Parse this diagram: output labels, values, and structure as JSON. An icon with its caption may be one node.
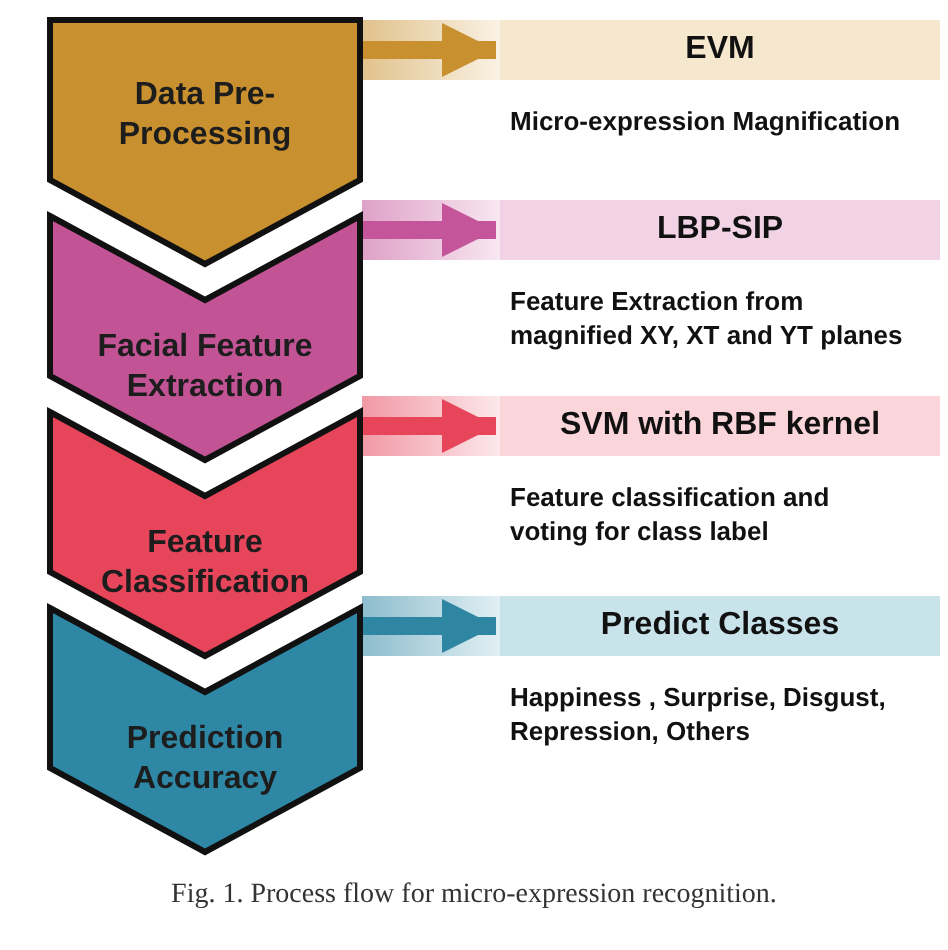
{
  "diagram": {
    "caption": "Fig. 1.  Process flow for micro-expression recognition.",
    "nodes": [
      {
        "text": [
          "Data Pre-Processing"
        ]
      },
      {
        "text": [
          "EVM"
        ],
        "beside": [
          "Micro-expression Magnification"
        ]
      },
      {
        "text": [
          "Facial Feature Extraction"
        ]
      },
      {
        "text": [
          "LBP-SIP"
        ],
        "beside": [
          "Feature Extraction from magnified XY, XT and YT planes"
        ]
      },
      {
        "text": [
          "Feature Classification"
        ]
      },
      {
        "text": [
          "SVM with RBF kernel"
        ],
        "beside": [
          "Feature classification and voting for class label"
        ]
      },
      {
        "text": [
          "Prediction Accuracy"
        ]
      },
      {
        "text": [
          "Predict Classes"
        ],
        "beside": [
          "Happiness , Surprise, Disgust, Repression, Others"
        ]
      }
    ],
    "edges": [
      {
        "from": 0,
        "to": 1,
        "arrow": "to",
        "color": "#c8902e"
      },
      {
        "from": 2,
        "to": 3,
        "arrow": "to",
        "color": "#c4559a"
      },
      {
        "from": 4,
        "to": 5,
        "arrow": "to",
        "color": "#e6455a"
      },
      {
        "from": 6,
        "to": 7,
        "arrow": "to",
        "color": "#2f86a3"
      }
    ]
  }
}
